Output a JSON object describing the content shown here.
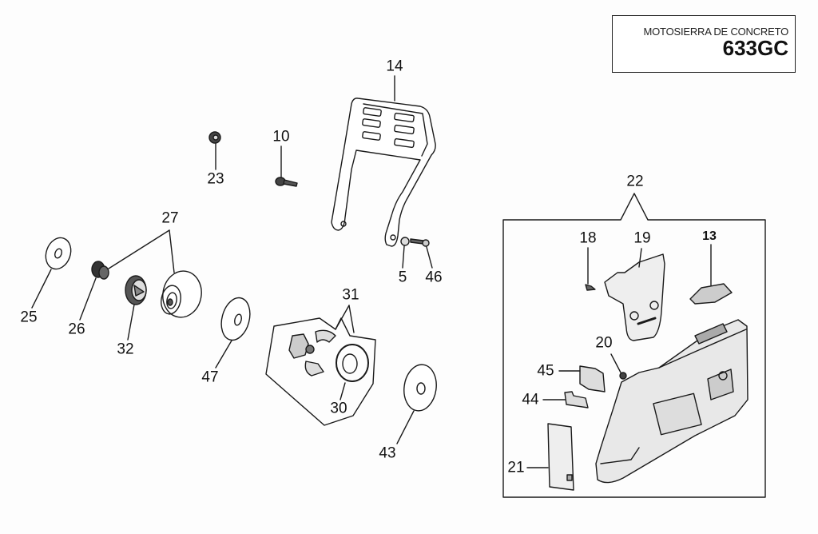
{
  "title": {
    "subtitle": "MOTOSIERRA DE CONCRETO",
    "model": "633GC"
  },
  "parts": [
    {
      "id": "14",
      "name": "front-hand-guard"
    },
    {
      "id": "10",
      "name": "screw"
    },
    {
      "id": "23",
      "name": "nut"
    },
    {
      "id": "5",
      "name": "washer"
    },
    {
      "id": "46",
      "name": "screw"
    },
    {
      "id": "27",
      "name": "clutch-drum-assembly"
    },
    {
      "id": "25",
      "name": "washer"
    },
    {
      "id": "26",
      "name": "needle-bearing"
    },
    {
      "id": "32",
      "name": "rim-sprocket"
    },
    {
      "id": "47",
      "name": "washer"
    },
    {
      "id": "31",
      "name": "clutch-assembly"
    },
    {
      "id": "30",
      "name": "clutch-spring"
    },
    {
      "id": "43",
      "name": "washer"
    },
    {
      "id": "22",
      "name": "clutch-cover-assembly"
    },
    {
      "id": "18",
      "name": "screw"
    },
    {
      "id": "19",
      "name": "plate"
    },
    {
      "id": "13",
      "name": "chain-tensioner-cover"
    },
    {
      "id": "20",
      "name": "nut"
    },
    {
      "id": "45",
      "name": "pad"
    },
    {
      "id": "44",
      "name": "pad"
    },
    {
      "id": "21",
      "name": "cover-plate"
    }
  ]
}
